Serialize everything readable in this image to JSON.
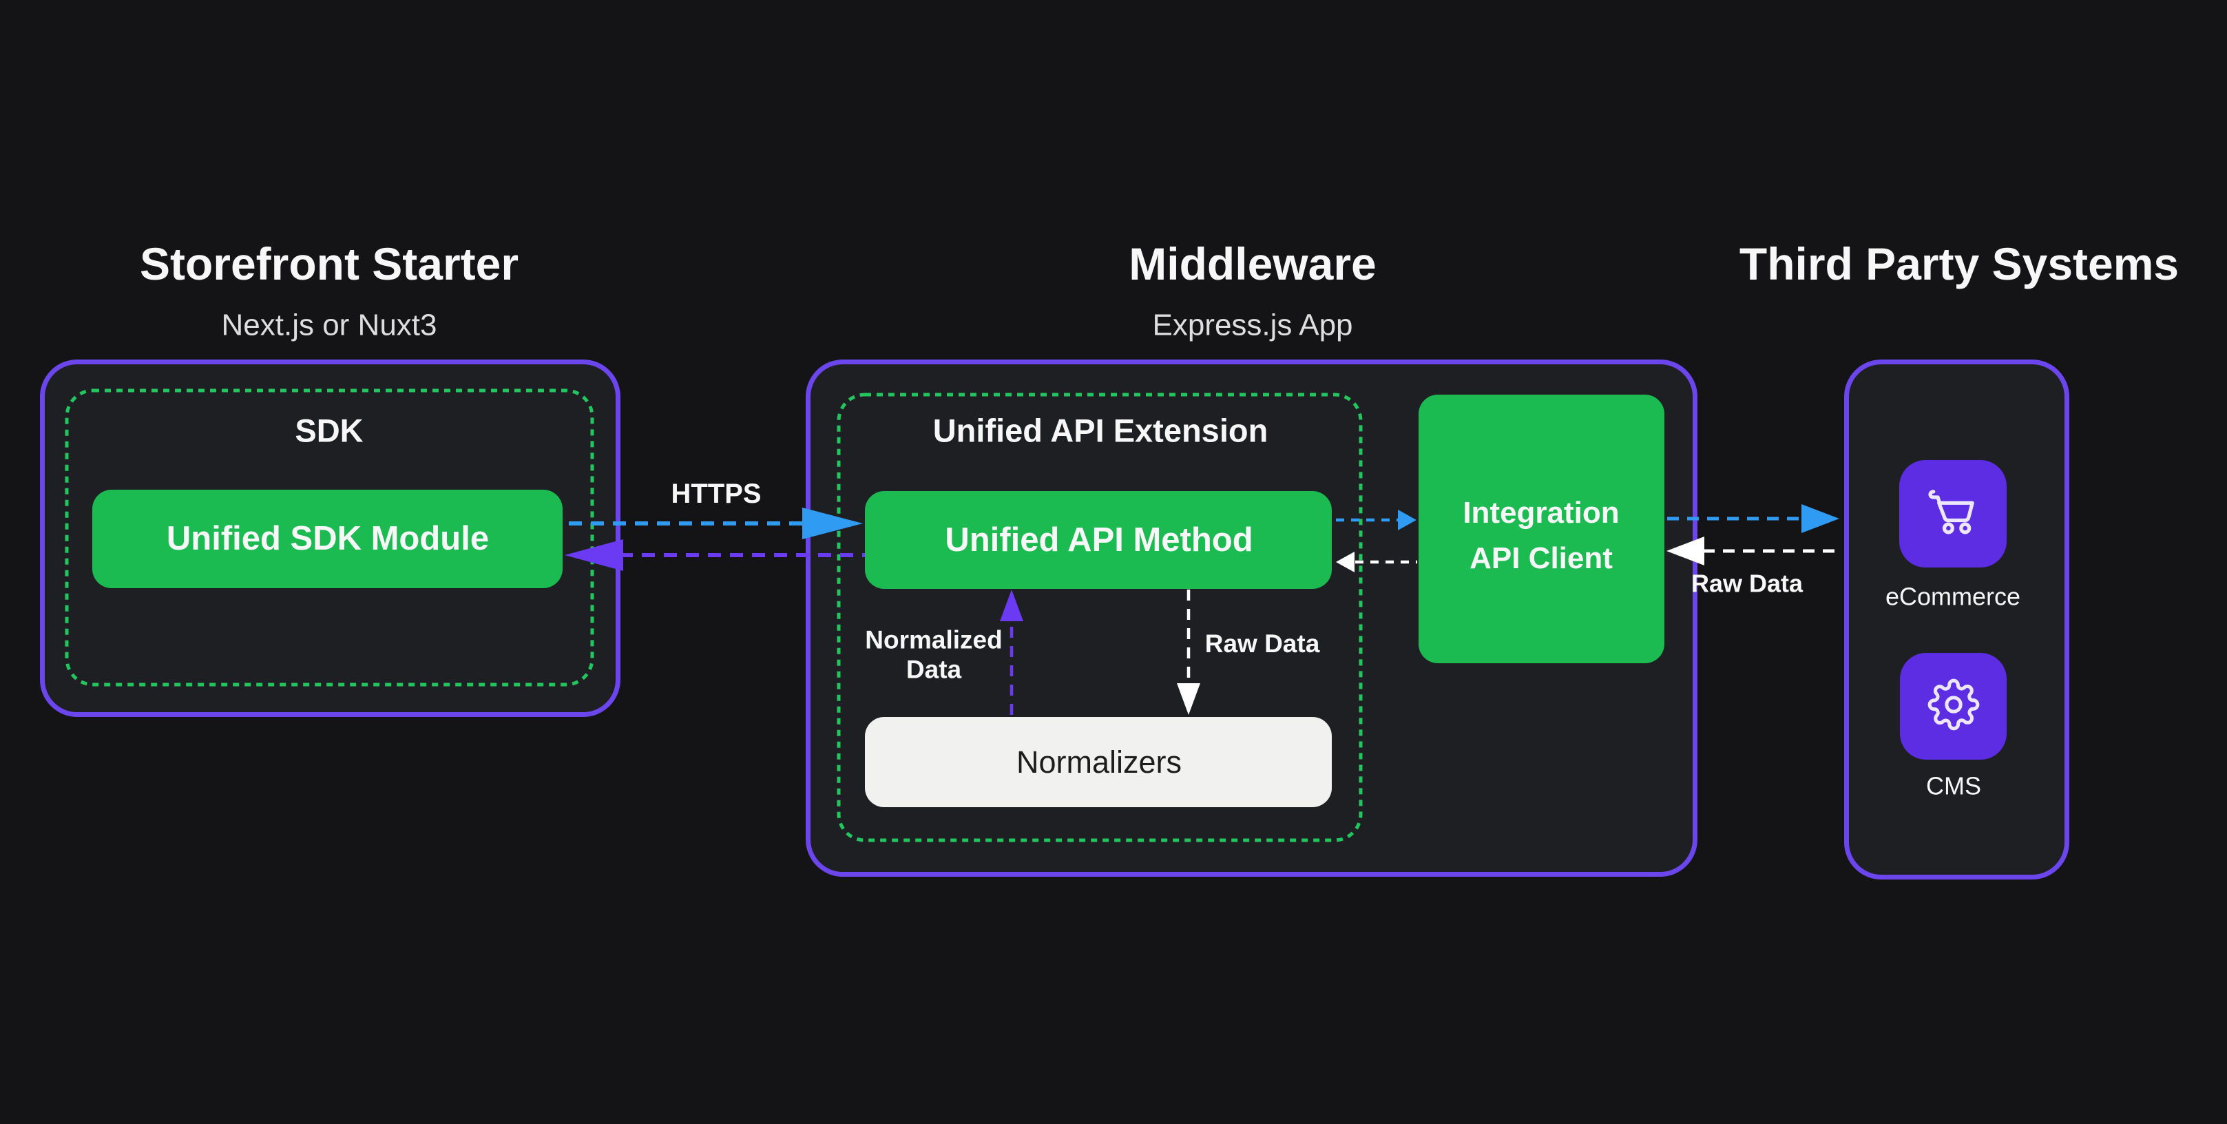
{
  "sections": {
    "storefront": {
      "title": "Storefront Starter",
      "subtitle": "Next.js or Nuxt3",
      "sdk_box_label": "SDK",
      "sdk_module_label": "Unified SDK Module"
    },
    "middleware": {
      "title": "Middleware",
      "subtitle": "Express.js App",
      "extension_box_label": "Unified API Extension",
      "api_method_label": "Unified API Method",
      "normalizers_label": "Normalizers",
      "integration_client_line1": "Integration",
      "integration_client_line2": "API Client"
    },
    "third_party": {
      "title": "Third Party Systems",
      "ecommerce_label": "eCommerce",
      "cms_label": "CMS"
    }
  },
  "arrow_labels": {
    "https": "HTTPS",
    "normalized_data_line1": "Normalized",
    "normalized_data_line2": "Data",
    "raw_data_middleware": "Raw Data",
    "raw_data_third_party": "Raw Data"
  },
  "icons": {
    "ecommerce": "cart-icon",
    "cms": "gear-icon"
  },
  "colors": {
    "background": "#141417",
    "panel_fill": "#1e1f23",
    "purple_border": "#6b46ec",
    "purple_tile": "#5c2de3",
    "purple_arrow": "#6a3bf2",
    "green_fill": "#1cbb52",
    "green_dashed_border": "#22c55e",
    "blue_arrow": "#2f9bf2",
    "white_arrow": "#ffffff",
    "normalizers_fill": "#f1f1ef",
    "dark_text": "#1d1d1d"
  }
}
